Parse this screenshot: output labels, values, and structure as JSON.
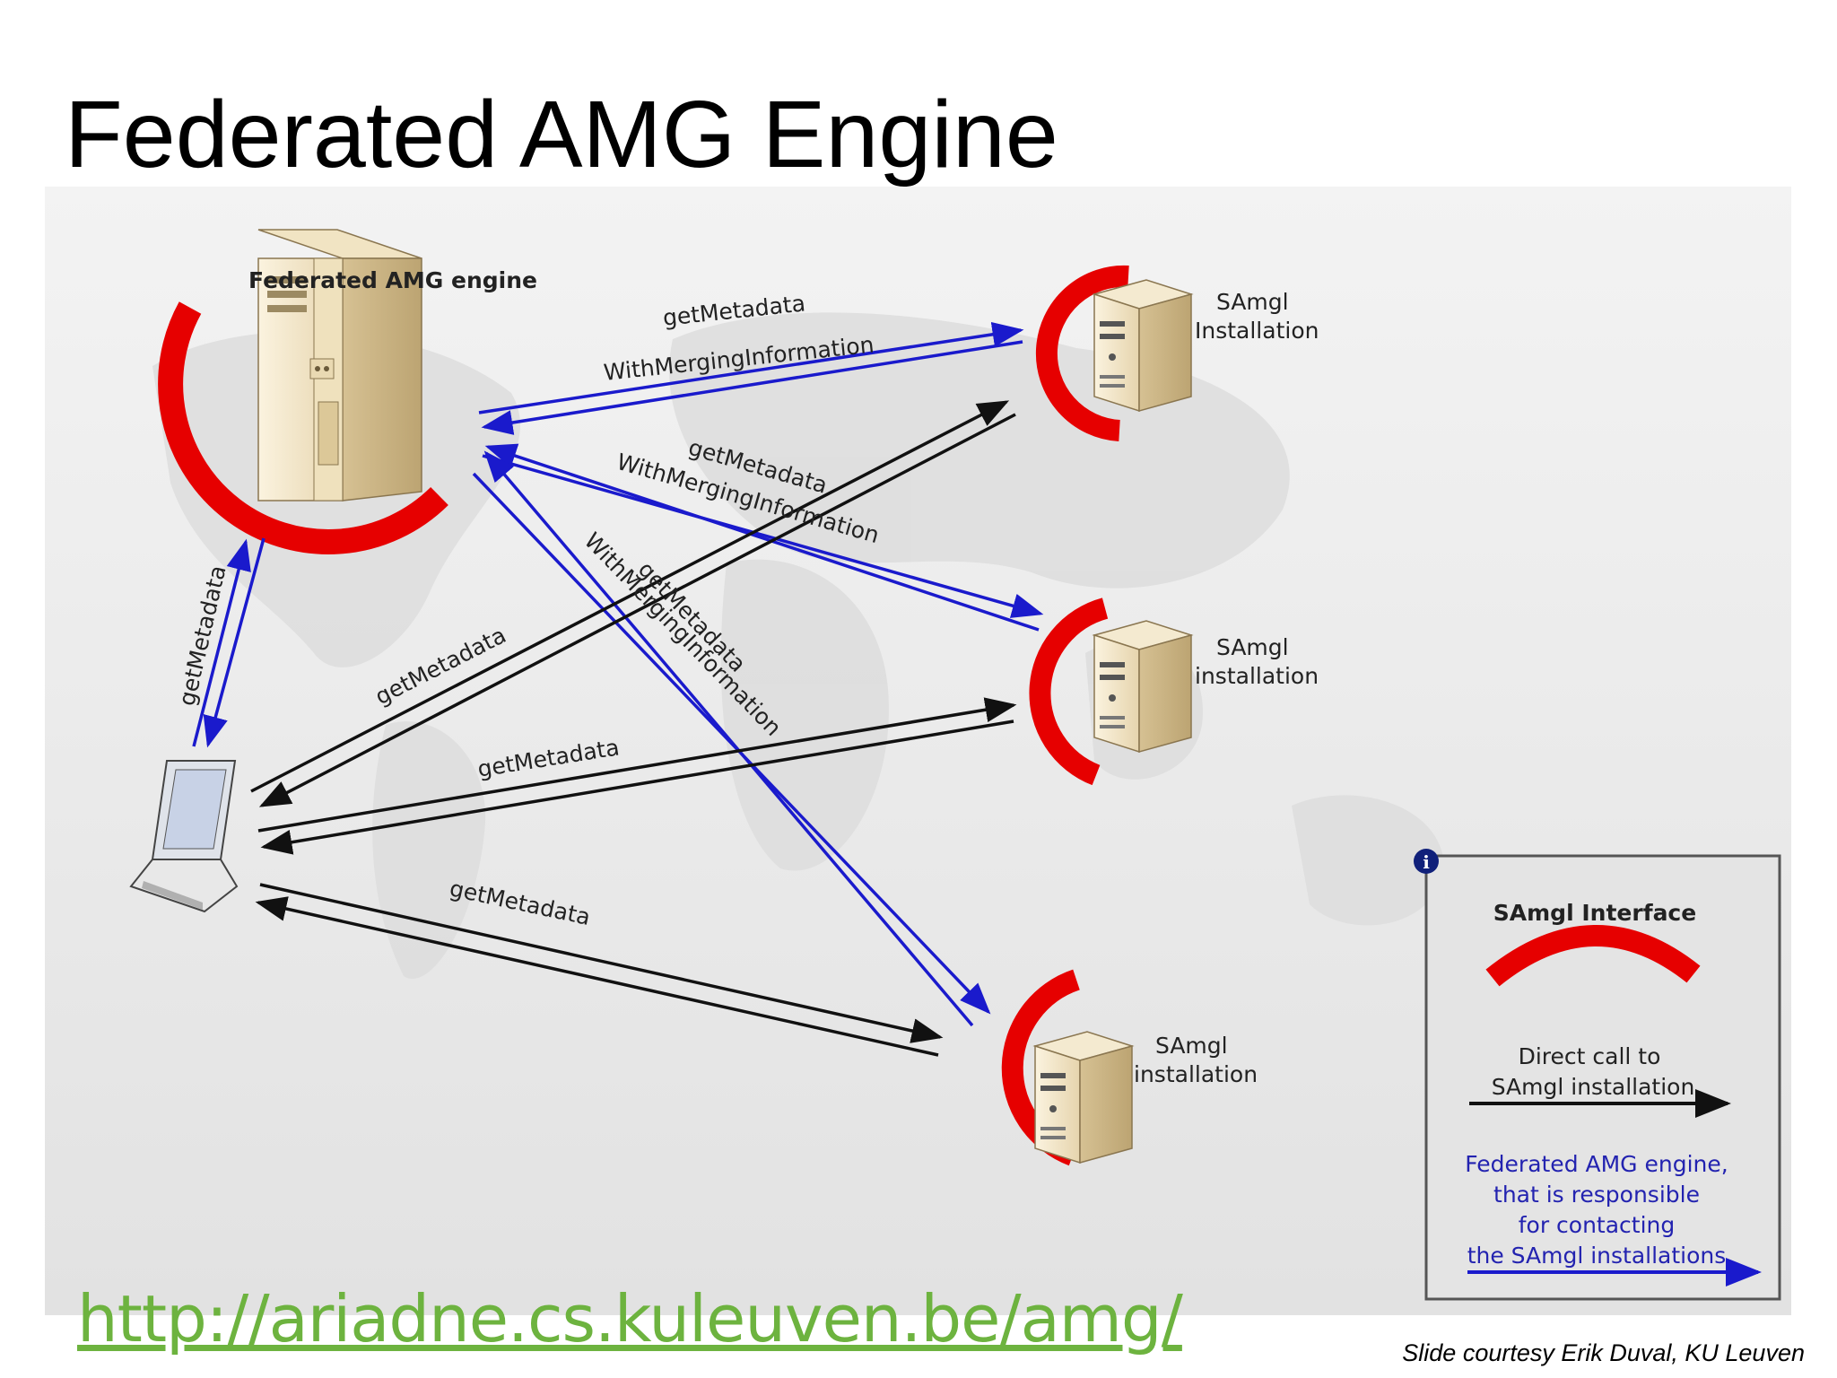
{
  "slide": {
    "title": "Federated AMG Engine",
    "url": "http://ariadne.cs.kuleuven.be/amg/",
    "credit": "Slide courtesy Erik Duval, KU Leuven"
  },
  "diagram": {
    "engine_label": "Federated AMG engine",
    "installations": [
      {
        "line1": "SAmgl",
        "line2": "Installation"
      },
      {
        "line1": "SAmgl",
        "line2": "installation"
      },
      {
        "line1": "SAmgl",
        "line2": "installation"
      }
    ],
    "edge_labels": {
      "top_line1": "getMetadata",
      "top_line2": "WithMergingInformation",
      "mid_line1": "getMetadata",
      "mid_line2": "WithMergingInformation",
      "diag_line1": "getMetadata",
      "diag_line2": "WithMergingInformation",
      "client_engine": "getMetadata",
      "client_top": "getMetadata",
      "client_mid": "getMetadata",
      "client_bottom": "getMetadata"
    },
    "legend": {
      "info_icon": "i",
      "title": "SAmgl Interface",
      "direct_line1": "Direct call to",
      "direct_line2": "SAmgl installation",
      "fed_line1": "Federated AMG engine,",
      "fed_line2": "that is responsible",
      "fed_line3": "for contacting",
      "fed_line4": "the SAmgl installations"
    }
  },
  "colors": {
    "interface_red": "#e60000",
    "federated_arrow": "#1a1acc",
    "direct_arrow": "#111111",
    "url_green": "#6db33f"
  },
  "icons": [
    "server-tower-icon",
    "server-box-icon",
    "laptop-icon",
    "info-icon"
  ]
}
